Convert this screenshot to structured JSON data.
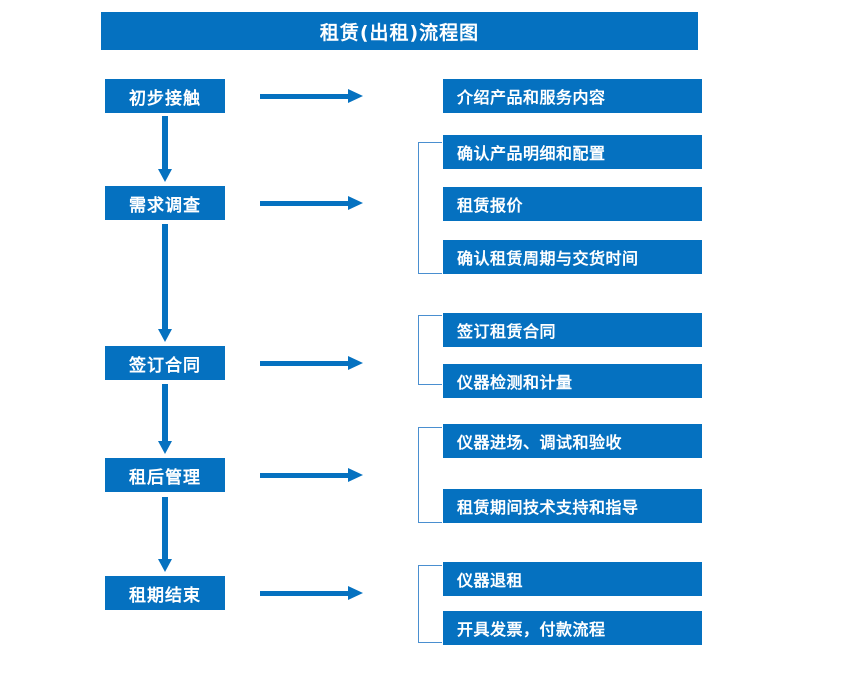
{
  "diagram": {
    "title": "租赁(出租)流程图",
    "accent_color": "#0571C0",
    "bracket_color": "#4A8FD0",
    "background_color": "#FFFFFF",
    "stages": [
      {
        "id": "stage-1",
        "label": "初步接触",
        "tasks": [
          "介绍产品和服务内容"
        ]
      },
      {
        "id": "stage-2",
        "label": "需求调查",
        "tasks": [
          "确认产品明细和配置",
          "租赁报价",
          "确认租赁周期与交货时间"
        ]
      },
      {
        "id": "stage-3",
        "label": "签订合同",
        "tasks": [
          "签订租赁合同",
          "仪器检测和计量"
        ]
      },
      {
        "id": "stage-4",
        "label": "租后管理",
        "tasks": [
          "仪器进场、调试和验收",
          "租赁期间技术支持和指导"
        ]
      },
      {
        "id": "stage-5",
        "label": "租期结束",
        "tasks": [
          "仪器退租",
          "开具发票，付款流程"
        ]
      }
    ],
    "tasks_flat": [
      "介绍产品和服务内容",
      "确认产品明细和配置",
      "租赁报价",
      "确认租赁周期与交货时间",
      "签订租赁合同",
      "仪器检测和计量",
      "仪器进场、调试和验收",
      "租赁期间技术支持和指导",
      "仪器退租",
      "开具发票，付款流程"
    ]
  }
}
